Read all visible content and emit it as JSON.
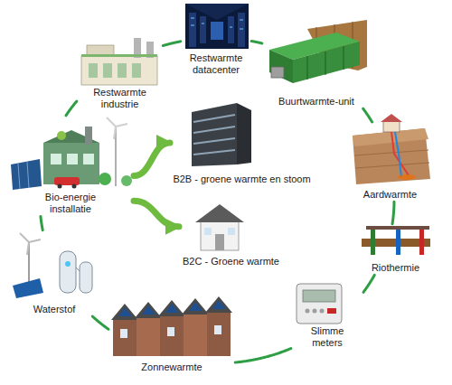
{
  "diagram": {
    "nodes": [
      {
        "text": [
          "Restwarmte datacenter"
        ]
      },
      {
        "text": [
          "Buurtwarmte-unit"
        ]
      },
      {
        "text": [
          "Aardwarmte"
        ]
      },
      {
        "text": [
          "Riothermie"
        ]
      },
      {
        "text": [
          "Slimme meters"
        ]
      },
      {
        "text": [
          "Zonnewarmte"
        ]
      },
      {
        "text": [
          "Waterstof"
        ]
      },
      {
        "text": [
          "Bio-energie installatie"
        ]
      },
      {
        "text": [
          "Restwarmte industrie"
        ]
      },
      {
        "text": [
          "B2B - groene warmte en stoom"
        ]
      },
      {
        "text": [
          "B2C - Groene warmte"
        ]
      }
    ],
    "edges": [
      {
        "from": 0,
        "to": 1,
        "arrow": "none"
      },
      {
        "from": 1,
        "to": 2,
        "arrow": "none"
      },
      {
        "from": 2,
        "to": 3,
        "arrow": "none"
      },
      {
        "from": 3,
        "to": 4,
        "arrow": "none"
      },
      {
        "from": 4,
        "to": 5,
        "arrow": "none"
      },
      {
        "from": 5,
        "to": 6,
        "arrow": "none"
      },
      {
        "from": 6,
        "to": 7,
        "arrow": "none"
      },
      {
        "from": 7,
        "to": 8,
        "arrow": "none"
      },
      {
        "from": 8,
        "to": 0,
        "arrow": "none"
      },
      {
        "from": 7,
        "to": 9,
        "arrow": "to"
      },
      {
        "from": 7,
        "to": 10,
        "arrow": "to"
      }
    ]
  }
}
